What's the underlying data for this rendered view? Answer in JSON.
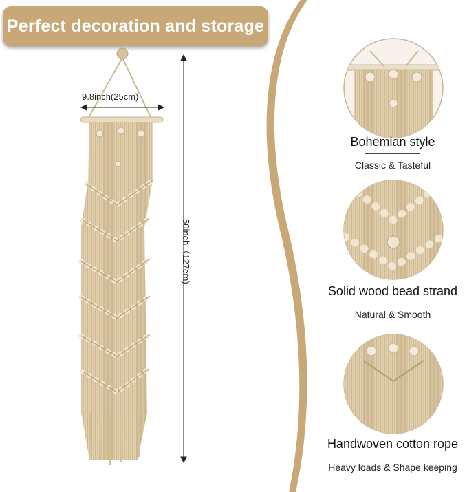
{
  "banner": {
    "text": "Perfect decoration and storage"
  },
  "dimensions": {
    "width": "9.8inch(25cm)",
    "height": "50inch（127cm)"
  },
  "features": [
    {
      "title": "Bohemian style",
      "subtitle": "Classic & Tasteful",
      "icon": "macrame-top-closeup"
    },
    {
      "title": "Solid wood bead strand",
      "subtitle": "Natural & Smooth",
      "icon": "wood-bead-closeup"
    },
    {
      "title": "Handwoven cotton rope",
      "subtitle": "Heavy loads & Shape keeping",
      "icon": "cotton-rope-closeup"
    }
  ],
  "colors": {
    "accent": "#c8a877",
    "rope": "#dccaa6",
    "rope_dark": "#bda77f",
    "bead": "#f2e8d4"
  }
}
